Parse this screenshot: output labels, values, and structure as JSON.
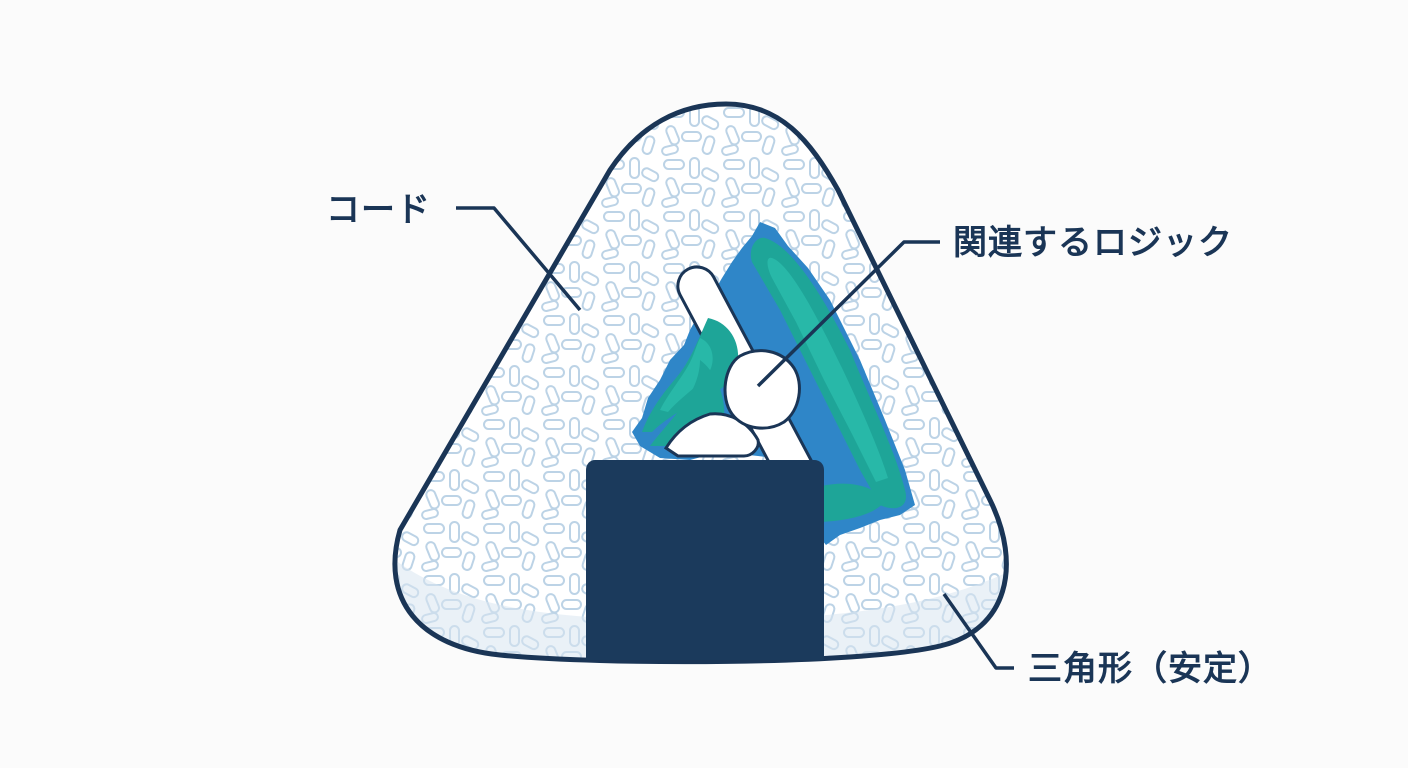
{
  "labels": {
    "code": "コード",
    "logic": "関連するロジック",
    "triangle": "三角形（安定）"
  },
  "colors": {
    "outline": "#1a3556",
    "rice": "#ffffff",
    "rice_grain": "#bcd3e6",
    "rice_shadow": "#d9e6f0",
    "filling_blue": "#2f86c8",
    "filling_teal": "#1ea598",
    "nori": "#1b3a5c",
    "background": "#fbfbfb"
  },
  "icons": [
    "onigiri-illustration",
    "nori-seaweed",
    "filling",
    "rice-grains"
  ]
}
